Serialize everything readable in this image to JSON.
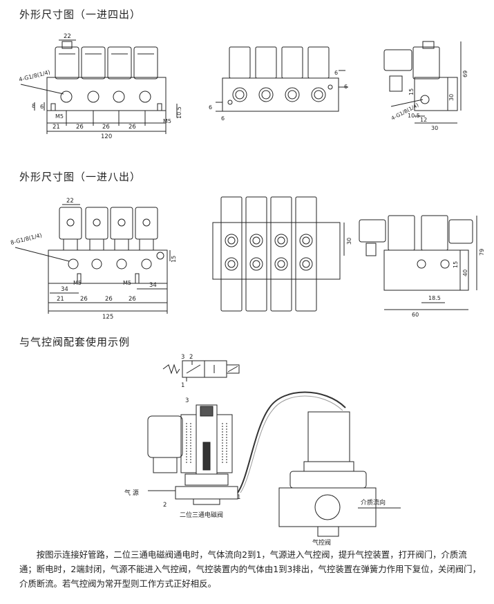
{
  "sections": {
    "s1_title": "外形尺寸图（一进四出）",
    "s2_title": "外形尺寸图（一进八出）",
    "s3_title": "与气控阀配套使用示例"
  },
  "fig1": {
    "d22": "22",
    "port": "4-G1/8(1/4)",
    "d8": "8",
    "d6": "6",
    "m5a": "M5",
    "m5b": "M5",
    "d10_5": "10.5",
    "d21": "21",
    "d26a": "26",
    "d26b": "26",
    "d26c": "26",
    "d120": "120"
  },
  "fig2": {
    "d6a": "6",
    "d6b": "6",
    "d6c": "6",
    "d6d": "6"
  },
  "fig3": {
    "d69": "69",
    "d15": "15",
    "d30": "30",
    "port": "4-G1/8(1/4)",
    "d10_5": "10.5",
    "d12": "12",
    "d30b": "30"
  },
  "fig4": {
    "d22": "22",
    "port": "8-G1/8(1/4)",
    "m5a": "M5",
    "m5b": "M5",
    "d15": "15",
    "d34a": "34",
    "d34b": "34",
    "d21": "21",
    "d26a": "26",
    "d26b": "26",
    "d26c": "26",
    "d125": "125"
  },
  "fig5": {
    "d30": "30"
  },
  "fig6": {
    "d79": "79",
    "d15": "15",
    "d40": "40",
    "d18_5": "18.5",
    "d60": "60"
  },
  "schematic": {
    "p3": "3",
    "p2": "2",
    "p1": "1"
  },
  "example": {
    "port3": "3",
    "port2": "2",
    "port1": "1",
    "air_source": "气 源",
    "valve_label": "二位三通电磁阀",
    "medium_flow": "介质流向",
    "pneumatic_valve": "气控阀"
  },
  "description": "按图示连接好管路，二位三通电磁阀通电时，气体流向2到1，气源进入气控阀，提升气控装置，打开阀门，介质流通；断电时，2端封闭，气源不能进入气控阀，气控装置内的气体由1到3排出，气控装置在弹簧力作用下复位，关闭阀门，介质断流。若气控阀为常开型则工作方式正好相反。"
}
